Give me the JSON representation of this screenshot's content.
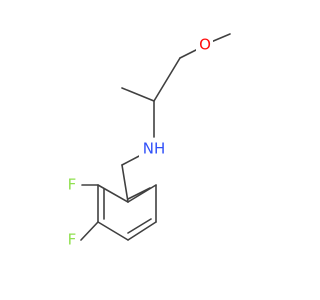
{
  "molecule": {
    "atoms": {
      "oxygen": {
        "symbol": "O",
        "color": "#ff0d0d"
      },
      "nitrogen": {
        "symbol": "NH",
        "color": "#3050f8"
      },
      "fluorine_upper": {
        "symbol": "F",
        "color": "#90e050"
      },
      "fluorine_lower": {
        "symbol": "F",
        "color": "#90e050"
      }
    },
    "bond_color": "#404040"
  }
}
